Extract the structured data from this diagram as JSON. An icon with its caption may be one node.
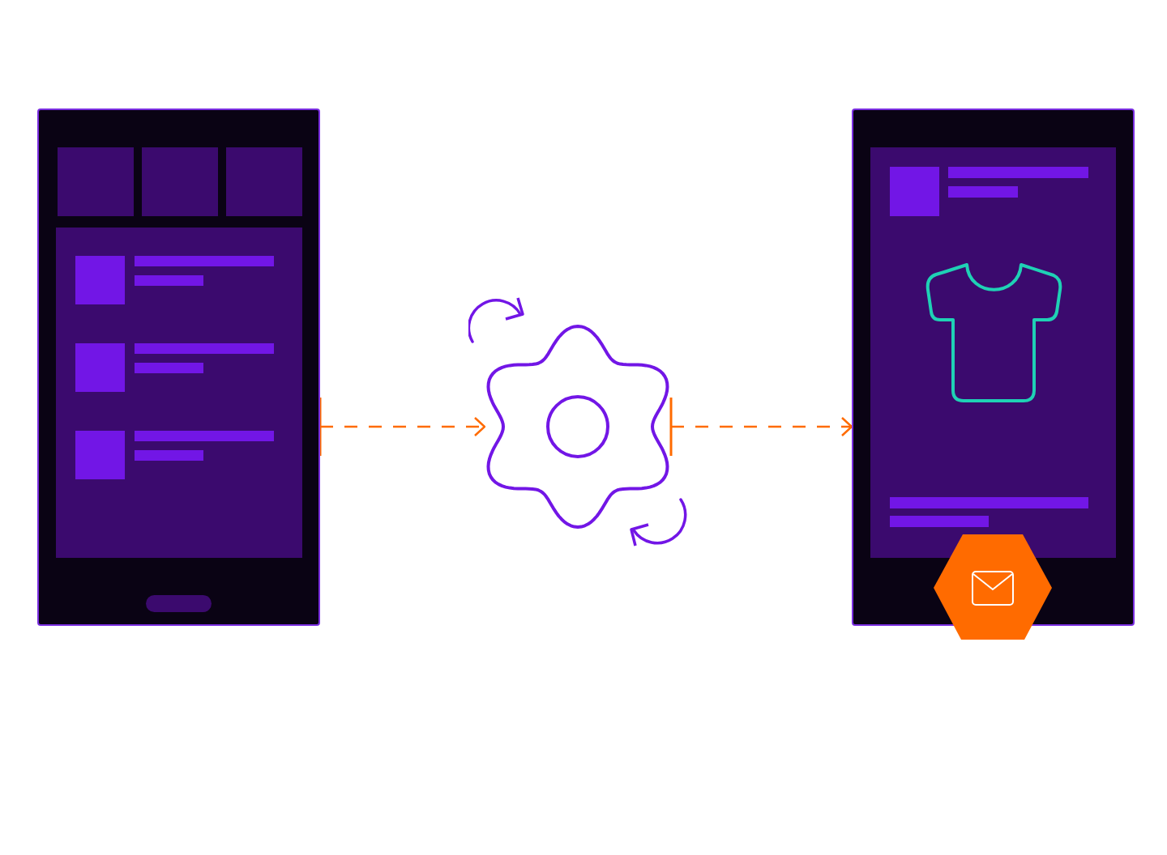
{
  "diagram": {
    "nodes": [
      {
        "text": [],
        "shape": "phone"
      },
      {
        "text": [],
        "shape": "gear"
      },
      {
        "text": [],
        "shape": "phone"
      }
    ],
    "edges": [
      {
        "from": 0,
        "to": 1,
        "arrow": "to",
        "style": "dashed"
      },
      {
        "from": 1,
        "to": 2,
        "arrow": "to",
        "style": "dashed"
      }
    ]
  }
}
